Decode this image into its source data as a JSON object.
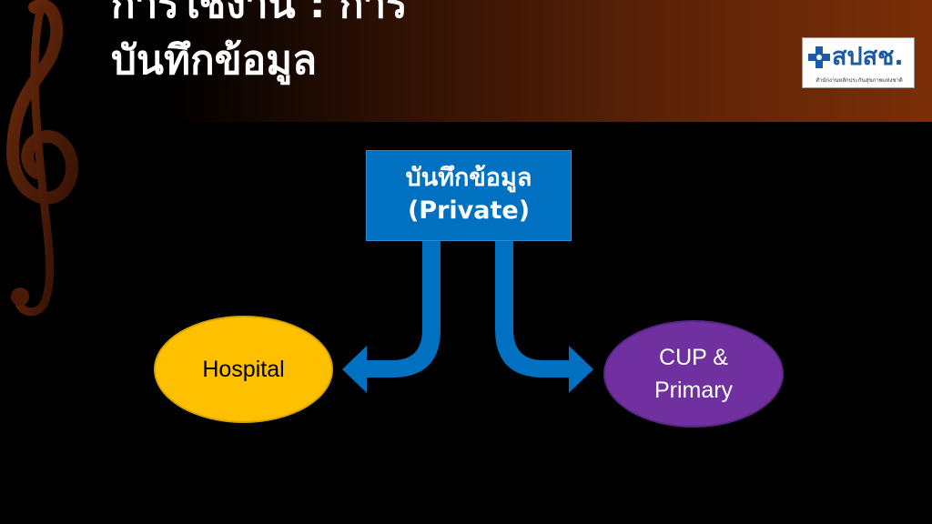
{
  "slide": {
    "title_line1": "การใช้งาน : การ",
    "title_line2": "บันทึกข้อมูล"
  },
  "logo": {
    "text": "สปสช.",
    "subtitle": "สำนักงานหลักประกันสุขภาพแห่งชาติ"
  },
  "diagram": {
    "source_box": {
      "line1": "บันทึกข้อมูล",
      "line2": "(Private)"
    },
    "targets": {
      "left": "Hospital",
      "right_line1": "CUP &",
      "right_line2": "Primary"
    }
  },
  "colors": {
    "box": "#0070c0",
    "arrow": "#0070c0",
    "hospital": "#ffc000",
    "cup_primary": "#7030a0",
    "header_accent": "#7a2f08"
  }
}
